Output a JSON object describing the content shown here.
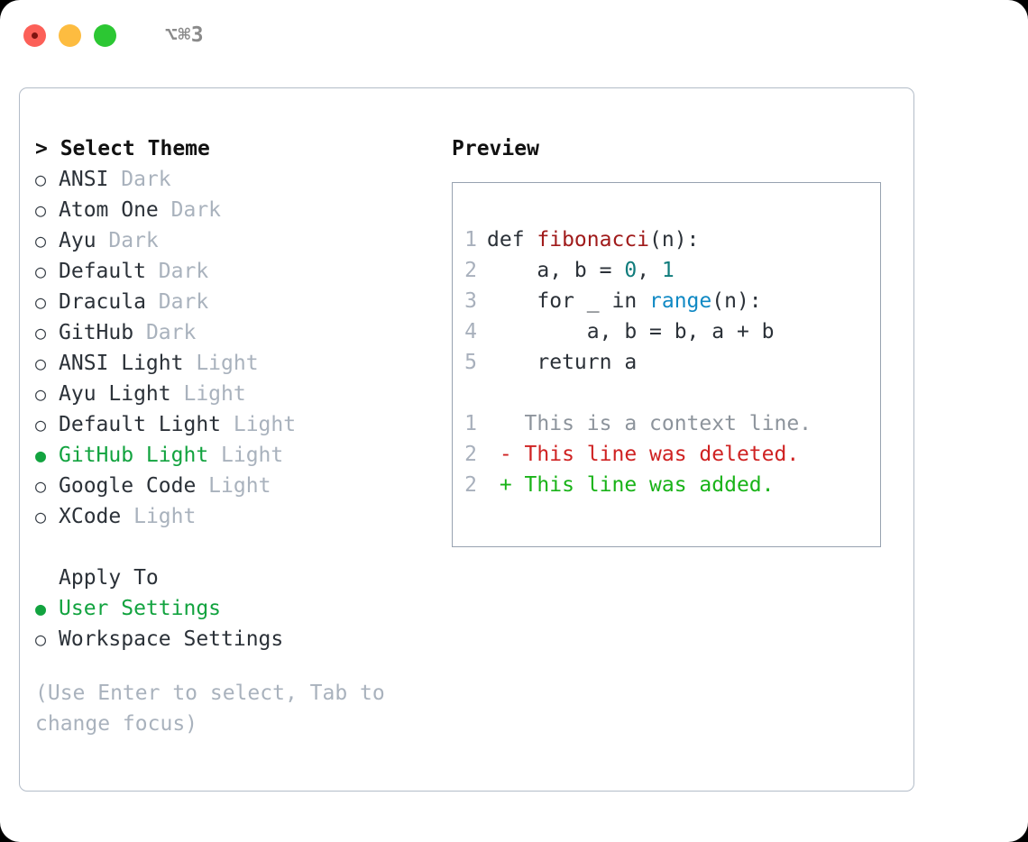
{
  "window": {
    "title": "⌥⌘3",
    "traffic_lights": [
      "close-red",
      "minimize-yellow",
      "maximize-green"
    ],
    "background": "#ffffff",
    "page_background": "#000000"
  },
  "colors": {
    "accent_green": "#12a33f",
    "muted": "#a9b2bd",
    "text": "#2b3138",
    "border": "#b3bcc8",
    "code_border": "#97a2b0",
    "diff_add": "#19b318",
    "diff_del": "#cf2222",
    "token_function": "#a01b1b",
    "token_number": "#107c7c",
    "token_call": "#1089c4"
  },
  "theme_picker": {
    "title": "> Select Theme",
    "items": [
      {
        "marker": "○",
        "name": "ANSI",
        "kind": "Dark",
        "selected": false
      },
      {
        "marker": "○",
        "name": "Atom One",
        "kind": "Dark",
        "selected": false
      },
      {
        "marker": "○",
        "name": "Ayu",
        "kind": "Dark",
        "selected": false
      },
      {
        "marker": "○",
        "name": "Default",
        "kind": "Dark",
        "selected": false
      },
      {
        "marker": "○",
        "name": "Dracula",
        "kind": "Dark",
        "selected": false
      },
      {
        "marker": "○",
        "name": "GitHub",
        "kind": "Dark",
        "selected": false
      },
      {
        "marker": "○",
        "name": "ANSI Light",
        "kind": "Light",
        "selected": false
      },
      {
        "marker": "○",
        "name": "Ayu Light",
        "kind": "Light",
        "selected": false
      },
      {
        "marker": "○",
        "name": "Default Light",
        "kind": "Light",
        "selected": false
      },
      {
        "marker": "●",
        "name": "GitHub Light",
        "kind": "Light",
        "selected": true
      },
      {
        "marker": "○",
        "name": "Google Code",
        "kind": "Light",
        "selected": false
      },
      {
        "marker": "○",
        "name": "XCode",
        "kind": "Light",
        "selected": false
      }
    ]
  },
  "apply_to": {
    "title": "Apply To",
    "items": [
      {
        "marker": "●",
        "name": "User Settings",
        "selected": true
      },
      {
        "marker": "○",
        "name": "Workspace Settings",
        "selected": false
      }
    ]
  },
  "hint": "(Use Enter to select, Tab to change focus)",
  "preview": {
    "title": "Preview",
    "code_lines": [
      {
        "num": "1",
        "parts": [
          {
            "t": "def ",
            "c": "code-text"
          },
          {
            "t": "fibonacci",
            "c": "tok-func"
          },
          {
            "t": "(n):",
            "c": "code-text"
          }
        ]
      },
      {
        "num": "2",
        "parts": [
          {
            "t": "    a, b = ",
            "c": "code-text"
          },
          {
            "t": "0",
            "c": "tok-num"
          },
          {
            "t": ", ",
            "c": "code-text"
          },
          {
            "t": "1",
            "c": "tok-num"
          }
        ]
      },
      {
        "num": "3",
        "parts": [
          {
            "t": "    for _ in ",
            "c": "code-text"
          },
          {
            "t": "range",
            "c": "tok-call"
          },
          {
            "t": "(n):",
            "c": "code-text"
          }
        ]
      },
      {
        "num": "4",
        "parts": [
          {
            "t": "        a, b = b, a + b",
            "c": "code-text"
          }
        ]
      },
      {
        "num": "5",
        "parts": [
          {
            "t": "    return a",
            "c": "code-text"
          }
        ]
      }
    ],
    "diff_lines": [
      {
        "num": "1",
        "parts": [
          {
            "t": "   This is a context line.",
            "c": "diff-ctx"
          }
        ]
      },
      {
        "num": "2",
        "parts": [
          {
            "t": " - This line was deleted.",
            "c": "diff-del"
          }
        ]
      },
      {
        "num": "2",
        "parts": [
          {
            "t": " + This line was added.",
            "c": "diff-add"
          }
        ]
      }
    ]
  }
}
